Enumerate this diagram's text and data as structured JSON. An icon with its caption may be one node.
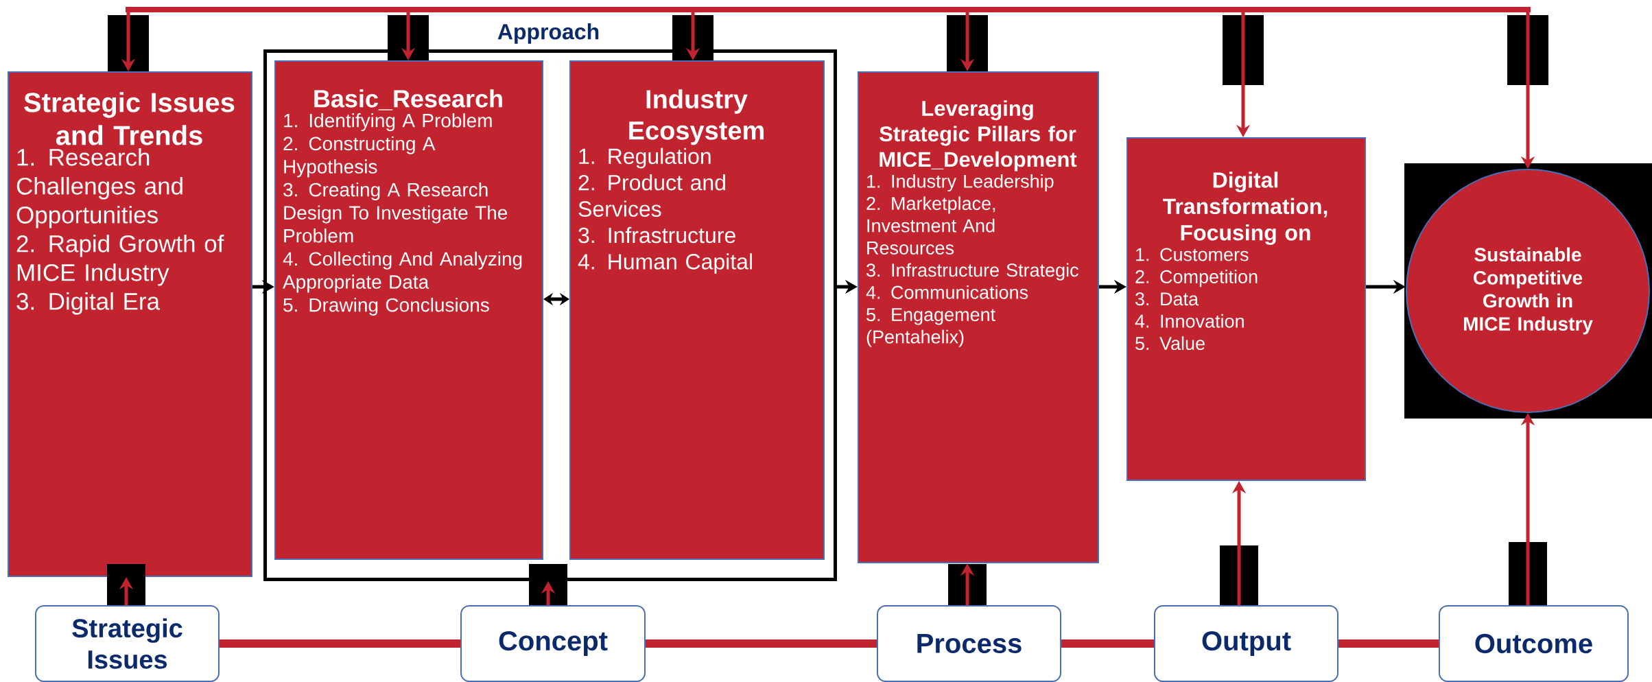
{
  "diagram": {
    "nodes": [
      {
        "text": [
          "Strategic Issues and Trends",
          "1. Research Challenges and Opportunities",
          "2. Rapid Growth of MICE Industry",
          "3.  Digital Era"
        ]
      },
      {
        "text": [
          "Approach"
        ]
      },
      {
        "text": [
          "Basic_Research",
          "1. Identifying A Problem",
          "2. Constructing A Hypothesis",
          "3. Creating A Research Design To Investigate The Problem",
          "4. Collecting And Analyzing Appropriate Data",
          "5. Drawing Conclusions"
        ],
        "in": 1
      },
      {
        "text": [
          "Industry Ecosystem",
          "1. Regulation",
          "2. Product and Services",
          "3. Infrastructure",
          "4. Human Capital"
        ],
        "in": 1
      },
      {
        "text": [
          "Leveraging Strategic Pillars for MICE_Development",
          "1. Industry Leadership",
          "2. Marketplace, Investment And Resources",
          "3. Infrastructure Strategic",
          "4. Communications",
          "5. Engagement (Pentahelix)"
        ]
      },
      {
        "text": [
          "Digital Transformation, Focusing on",
          "1. Customers",
          "2. Competition",
          "3. Data",
          "4. Innovation",
          "5. Value"
        ]
      },
      {
        "text": [
          "Sustainable Competitive Growth in MICE Industry"
        ]
      },
      {
        "text": [
          "Strategic Issues"
        ]
      },
      {
        "text": [
          "Concept"
        ]
      },
      {
        "text": [
          "Process"
        ]
      },
      {
        "text": [
          "Output"
        ]
      },
      {
        "text": [
          "Outcome"
        ]
      }
    ],
    "edges": [
      {
        "from": 0,
        "to": 2,
        "arrow": "to",
        "color": "#000000"
      },
      {
        "from": 2,
        "to": 3,
        "arrow": "both",
        "color": "#000000"
      },
      {
        "from": 1,
        "to": 4,
        "arrow": "to",
        "color": "#000000"
      },
      {
        "from": 4,
        "to": 5,
        "arrow": "to",
        "color": "#000000"
      },
      {
        "from": 5,
        "to": 6,
        "arrow": "to",
        "color": "#000000"
      },
      {
        "from": null,
        "to": 0,
        "arrow": "to"
      },
      {
        "from": null,
        "to": 2,
        "arrow": "to"
      },
      {
        "from": null,
        "to": 3,
        "arrow": "to"
      },
      {
        "from": null,
        "to": 4,
        "arrow": "to"
      },
      {
        "from": null,
        "to": 5,
        "arrow": "to"
      },
      {
        "from": null,
        "to": 6,
        "arrow": "to"
      },
      {
        "from": 7,
        "to": 0,
        "arrow": "to"
      },
      {
        "from": 8,
        "to": 1,
        "arrow": "to"
      },
      {
        "from": 9,
        "to": 4,
        "arrow": "to"
      },
      {
        "from": 10,
        "to": 5,
        "arrow": "to"
      },
      {
        "from": 11,
        "to": 6,
        "arrow": "to"
      },
      {
        "from": 7,
        "to": 8,
        "arrow": "none",
        "style": "thick"
      },
      {
        "from": 8,
        "to": 9,
        "arrow": "none",
        "style": "thick"
      },
      {
        "from": 9,
        "to": 10,
        "arrow": "none",
        "style": "thick"
      },
      {
        "from": 10,
        "to": 11,
        "arrow": "none",
        "style": "thick"
      }
    ]
  }
}
